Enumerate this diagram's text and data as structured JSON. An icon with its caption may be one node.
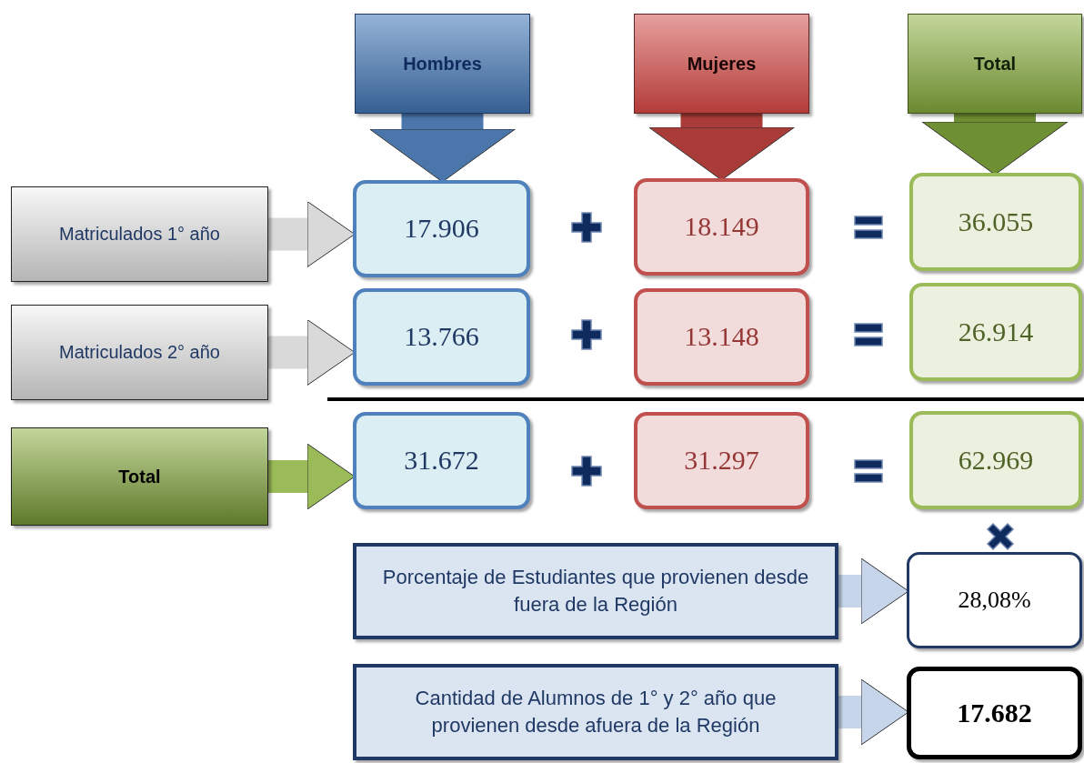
{
  "diagram": {
    "nodes": [
      {
        "text": [
          "Hombres"
        ]
      },
      {
        "text": [
          "Mujeres"
        ]
      },
      {
        "text": [
          "Total"
        ]
      },
      {
        "text": [
          "Matriculados 1° año"
        ]
      },
      {
        "text": [
          "17.906"
        ]
      },
      {
        "text": [
          "18.149"
        ]
      },
      {
        "text": [
          "36.055"
        ]
      },
      {
        "text": [
          "Matriculados 2° año"
        ]
      },
      {
        "text": [
          "13.766"
        ]
      },
      {
        "text": [
          "13.148"
        ]
      },
      {
        "text": [
          "26.914"
        ]
      },
      {
        "text": [
          "Total"
        ]
      },
      {
        "text": [
          "31.672"
        ]
      },
      {
        "text": [
          "31.297"
        ]
      },
      {
        "text": [
          "62.969"
        ]
      },
      {
        "text": [
          "Porcentaje de Estudiantes que provienen desde fuera de la Región"
        ]
      },
      {
        "text": [
          "28,08%"
        ]
      },
      {
        "text": [
          "Cantidad de Alumnos de 1° y 2° año que provienen desde afuera de la Región"
        ]
      },
      {
        "text": [
          "17.682"
        ]
      }
    ],
    "edges": [
      {
        "from": 0,
        "to": 4,
        "arrow": "to",
        "style": "thick",
        "color": "#4a76ab"
      },
      {
        "from": 1,
        "to": 5,
        "arrow": "to",
        "style": "thick",
        "color": "#a93b38"
      },
      {
        "from": 2,
        "to": 6,
        "arrow": "to",
        "style": "thick",
        "color": "#6f8f33"
      },
      {
        "from": 3,
        "to": 4,
        "arrow": "to",
        "color": "#d9d9d9"
      },
      {
        "from": 7,
        "to": 8,
        "arrow": "to",
        "color": "#d9d9d9"
      },
      {
        "from": 11,
        "to": 12,
        "arrow": "to",
        "color": "#9bbb59"
      },
      {
        "from": 15,
        "to": 16,
        "arrow": "to",
        "color": "#c6d5ea"
      },
      {
        "from": 17,
        "to": 18,
        "arrow": "to",
        "color": "#c6d5ea"
      }
    ]
  }
}
